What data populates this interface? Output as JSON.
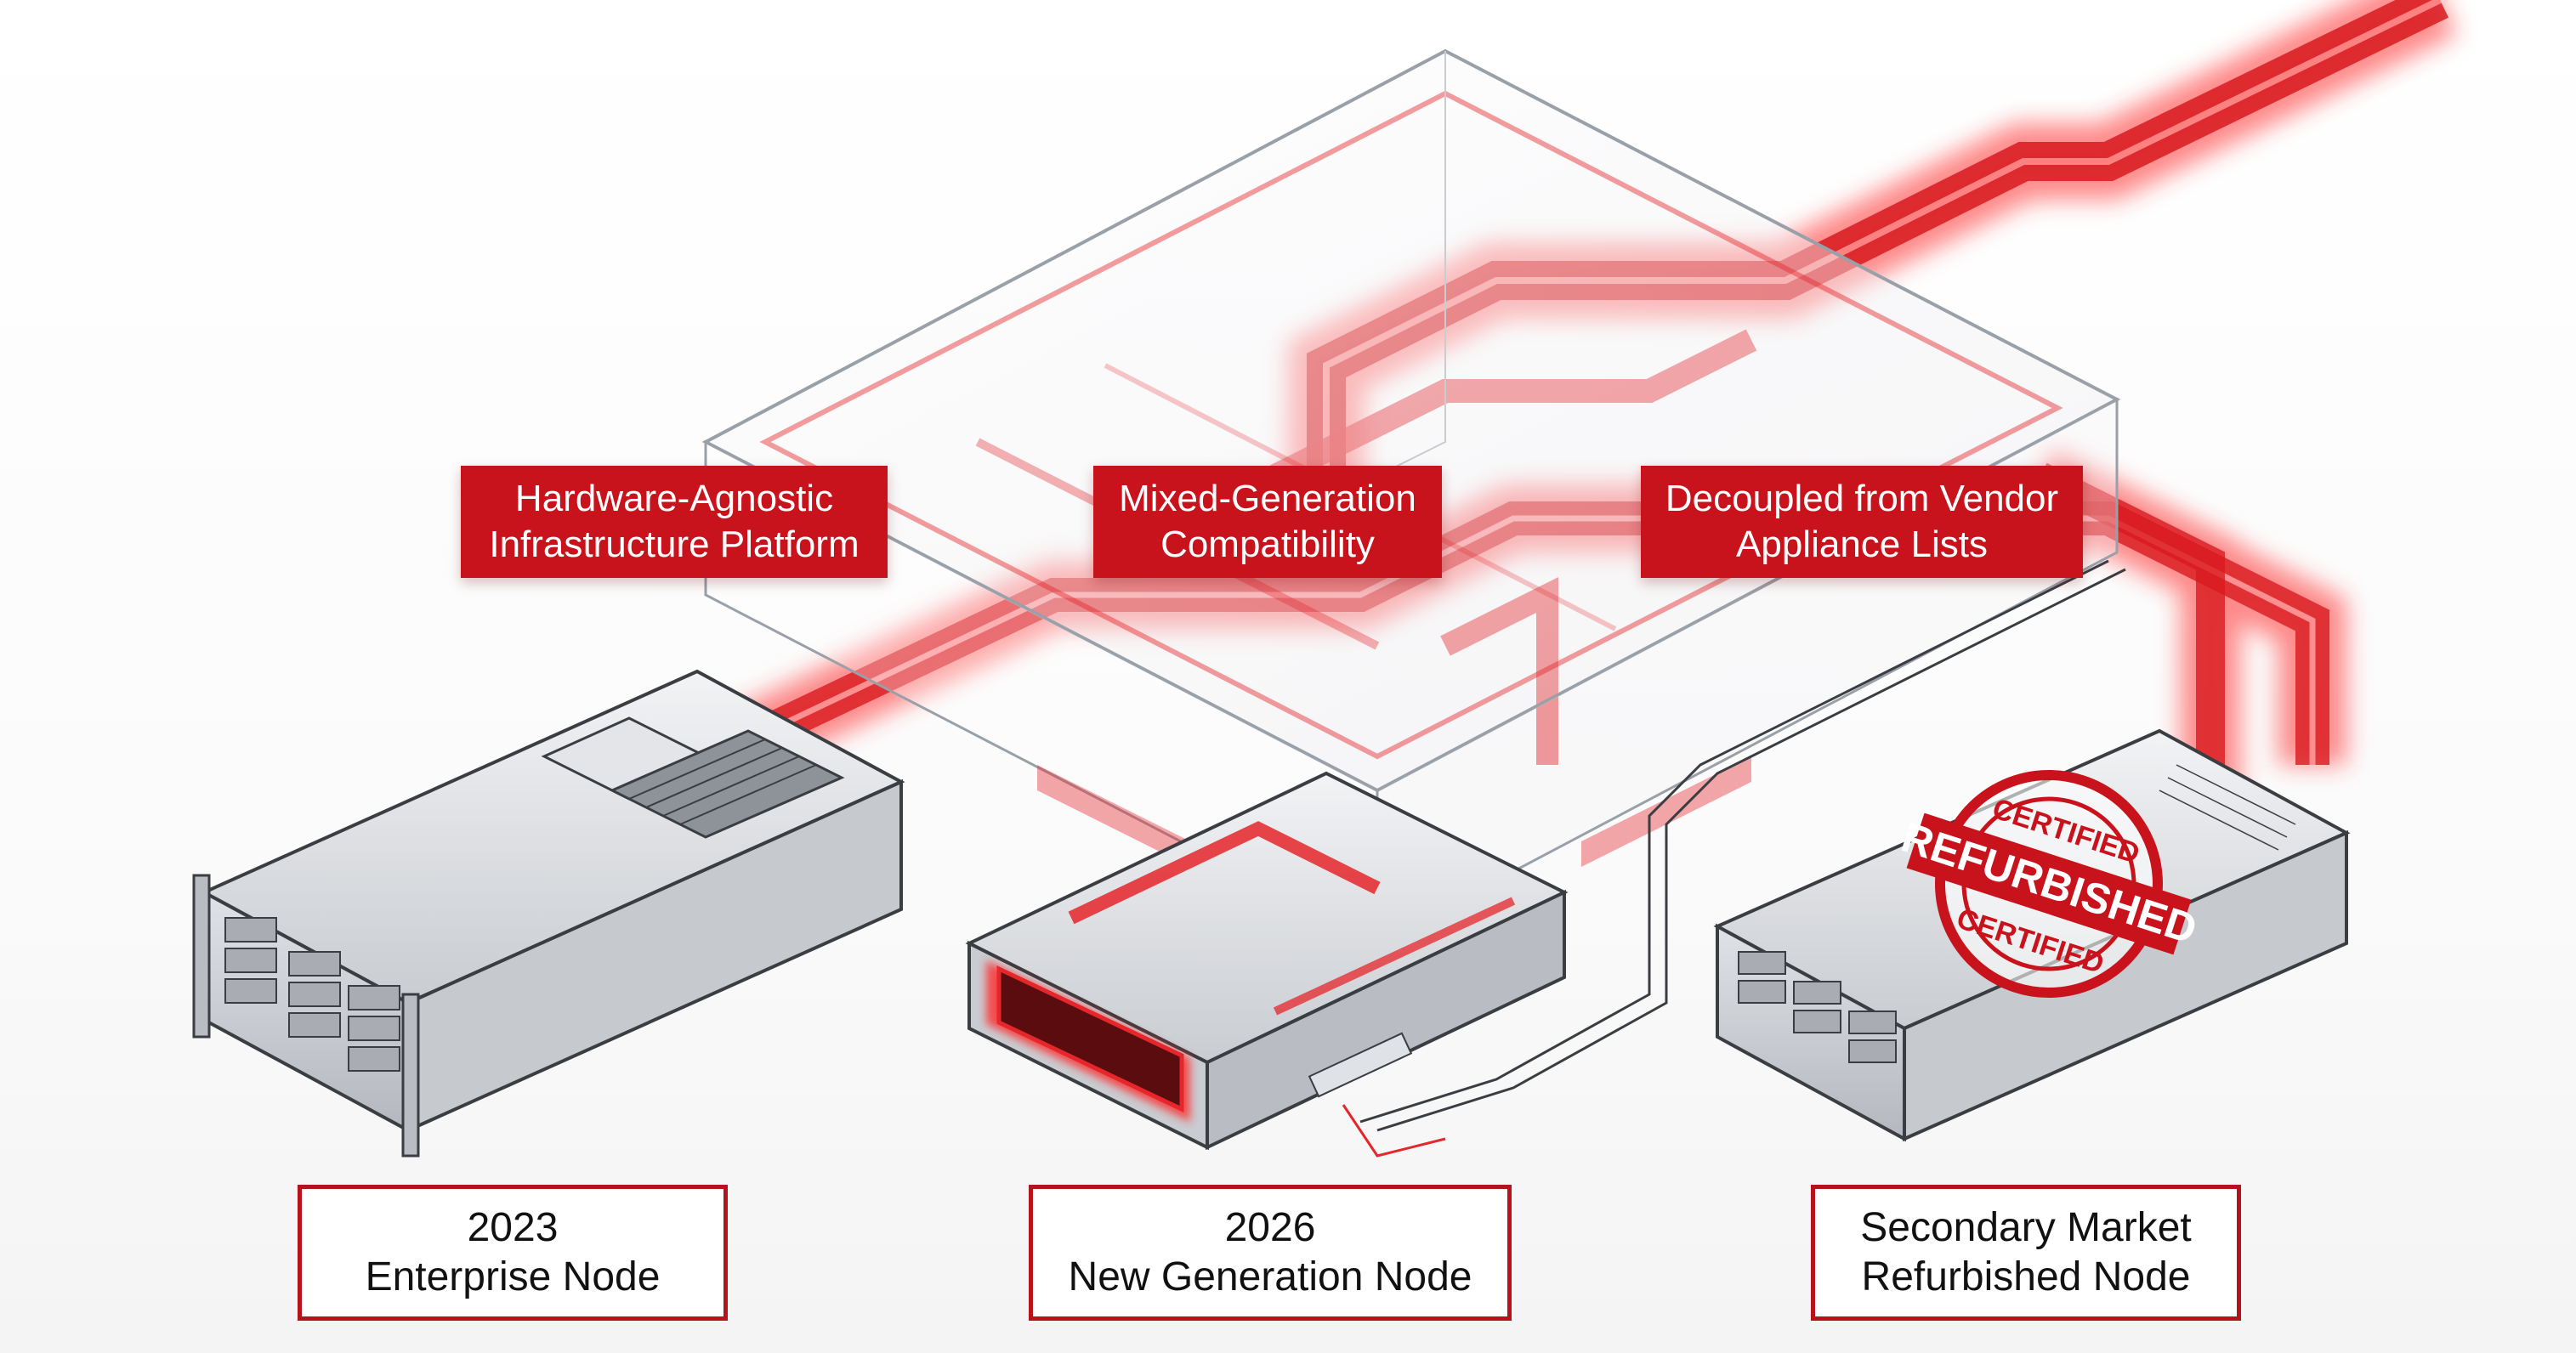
{
  "features": [
    {
      "line1": "Hardware-Agnostic",
      "line2": "Infrastructure Platform"
    },
    {
      "line1": "Mixed-Generation",
      "line2": "Compatibility"
    },
    {
      "line1": "Decoupled from Vendor",
      "line2": "Appliance Lists"
    }
  ],
  "nodes": [
    {
      "line1": "2023",
      "line2": "Enterprise Node"
    },
    {
      "line1": "2026",
      "line2": "New Generation Node"
    },
    {
      "line1": "Secondary Market",
      "line2": "Refurbished Node"
    }
  ],
  "stamp": {
    "top": "CERTIFIED",
    "center": "REFURBISHED",
    "bottom": "CERTIFIED"
  },
  "colors": {
    "accent": "#c8131c",
    "accent_dark": "#b5121b",
    "glow": "#ff3b3b",
    "metal": "#d9dce0",
    "outline": "#3a3d42"
  }
}
